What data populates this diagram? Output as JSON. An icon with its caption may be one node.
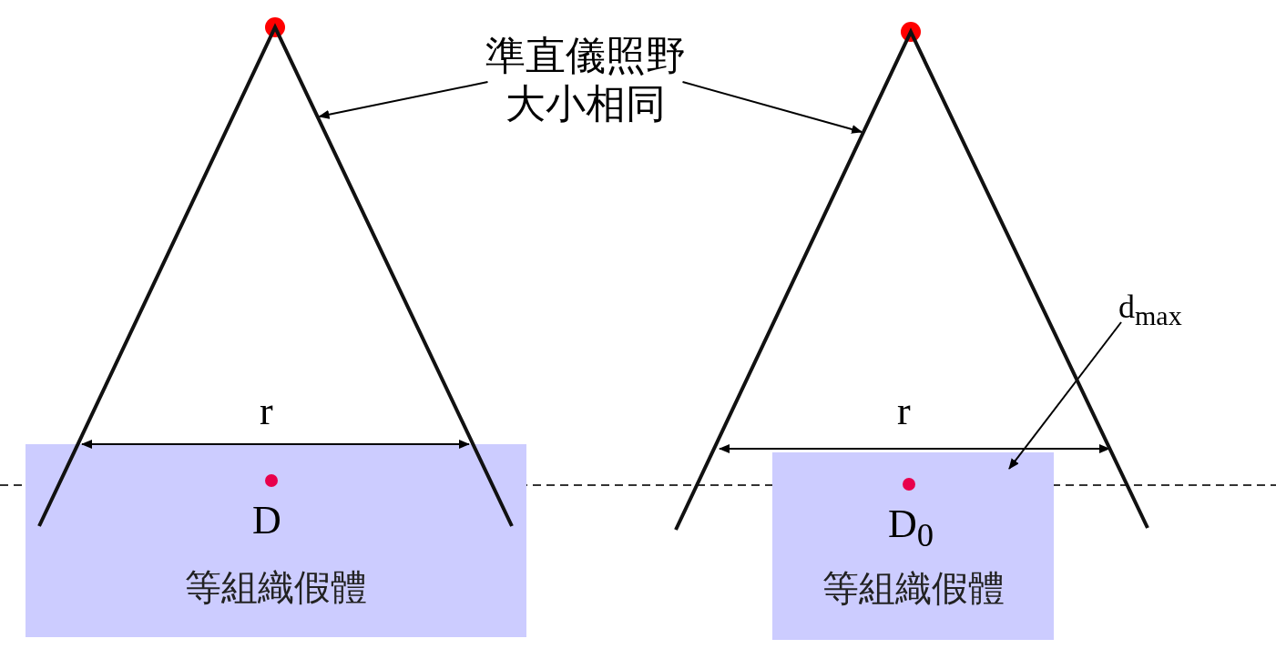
{
  "diagram": {
    "nodes": [
      {
        "text": [],
        "shape": "triangle"
      },
      {
        "text": [
          "準直儀照野大小相同"
        ]
      },
      {
        "text": [],
        "shape": "triangle"
      },
      {
        "text": [
          "d$_{max}$"
        ]
      },
      {
        "text": [
          "等組織假體"
        ]
      },
      {
        "text": [
          "等組織假體"
        ]
      }
    ],
    "edges": [
      {
        "from": 1,
        "to": 0,
        "arrow": "to"
      },
      {
        "from": 1,
        "to": 2,
        "arrow": "to"
      },
      {
        "from": 3,
        "to": 5,
        "arrow": "to"
      }
    ],
    "labels": [
      "r",
      "D",
      "r",
      "D$_{0}$"
    ]
  }
}
